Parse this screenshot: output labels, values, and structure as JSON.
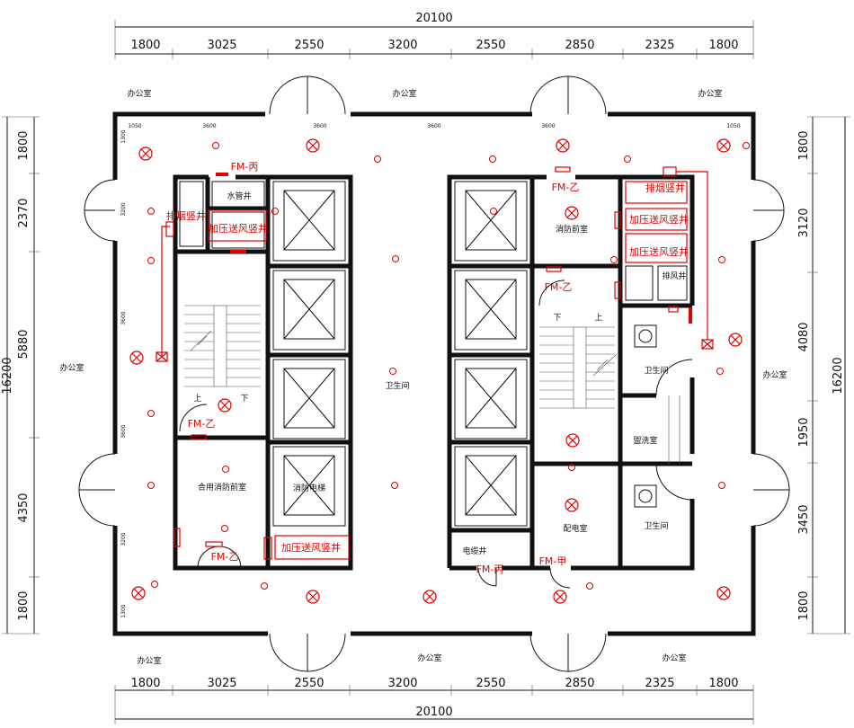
{
  "dimensions": {
    "overall_width": "20100",
    "overall_height": "16200",
    "top_segments": [
      "1800",
      "3025",
      "2550",
      "3200",
      "2550",
      "2850",
      "2325",
      "1800"
    ],
    "bottom_segments": [
      "1800",
      "3025",
      "2550",
      "3200",
      "2550",
      "2850",
      "2325",
      "1800"
    ],
    "left_segments": [
      "1800",
      "2370",
      "5880",
      "4350",
      "1800"
    ],
    "right_segments": [
      "1800",
      "3120",
      "4080",
      "1950",
      "3450",
      "1800"
    ],
    "inner_top_small": [
      "1050",
      "3600",
      "3600",
      "3600",
      "3600",
      "1050"
    ],
    "inner_left_small": [
      "1300",
      "3200",
      "3600",
      "3600",
      "3200",
      "1300"
    ]
  },
  "rooms": {
    "office": "办公室",
    "water_shaft": "水管井",
    "shared_fire_lobby": "合用消防前室",
    "fire_elevator": "消防电梯",
    "toilet_center": "卫生间",
    "fire_lobby": "消防前室",
    "exhaust_shaft": "排风井",
    "toilet_right": "卫生间",
    "washroom": "盥洗室",
    "toilet_right2": "卫生间",
    "power_room": "配电室",
    "cable_shaft": "电缆井",
    "stair_up": "上",
    "stair_down": "下"
  },
  "fire_labels": {
    "smoke_shaft_left": "排烟竖井",
    "pressure_shaft_left": "加压送风竖井",
    "pressure_shaft_bottom": "加压送风竖井",
    "smoke_shaft_right": "排烟竖井",
    "pressure_shaft_right1": "加压送风竖井",
    "pressure_shaft_right2": "加压送风竖井",
    "fm_bing_top": "FM-丙",
    "fm_yi_left": "FM-乙",
    "fm_yi_bottom": "FM-乙",
    "fm_yi_r1": "FM-乙",
    "fm_yi_r2": "FM-乙",
    "fm_bing_bottom": "FM-丙",
    "fm_jia": "FM-甲"
  },
  "colors": {
    "annotation": "#e00000",
    "wall": "#111111"
  }
}
